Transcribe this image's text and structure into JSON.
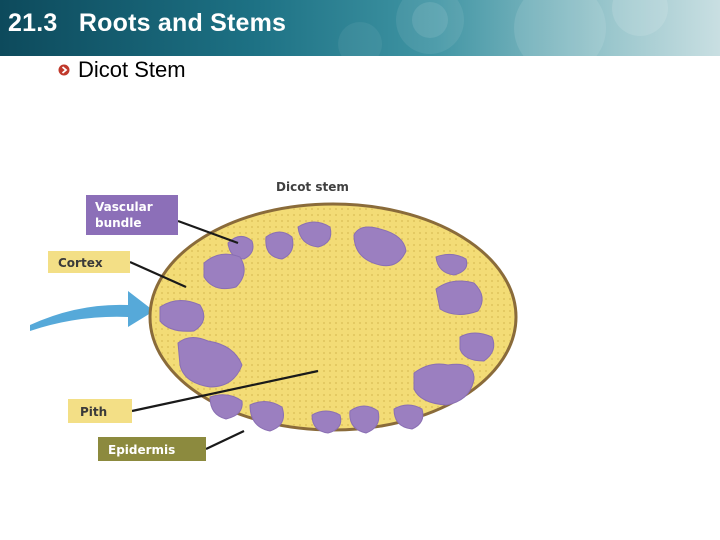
{
  "header": {
    "section": "21.3",
    "title": "Roots and Stems"
  },
  "subtitle": "Dicot Stem",
  "diagram": {
    "title": "Dicot stem",
    "labels": {
      "vascular_line1": "Vascular",
      "vascular_line2": "bundle",
      "cortex": "Cortex",
      "pith": "Pith",
      "epidermis": "Epidermis"
    }
  },
  "colors": {
    "header_dark": "#0d4a5c",
    "bullet": "#c0392b",
    "stem_fill": "#f3dc76",
    "stem_outline": "#8a6b3a",
    "vascular_bundle": "#9b7fc0",
    "vascular_label_bg": "#8c6fb8",
    "cortex_label_bg": "#f3df86",
    "epidermis_label_bg": "#8c8a3e",
    "arrow": "#56a9d9"
  }
}
